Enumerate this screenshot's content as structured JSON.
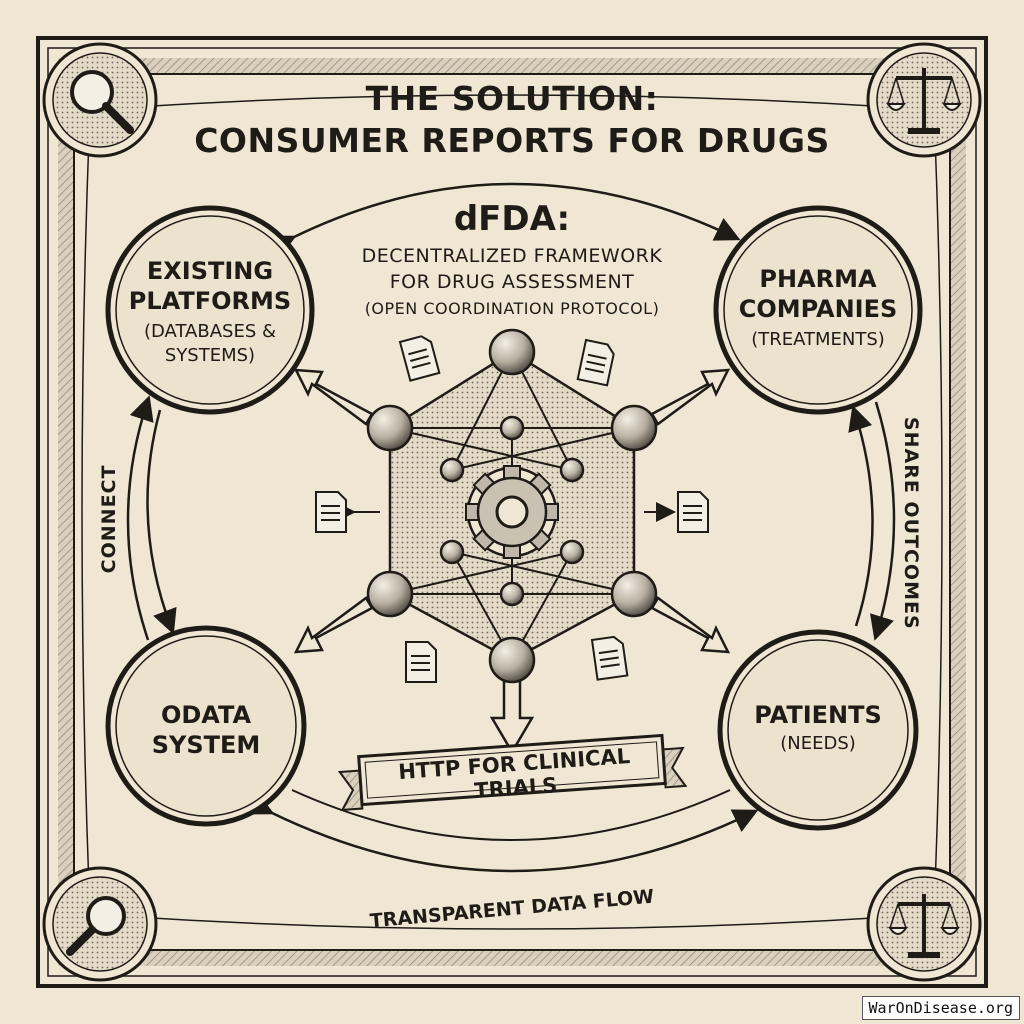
{
  "title": {
    "line1": "THE SOLUTION:",
    "line2": "CONSUMER REPORTS FOR DRUGS"
  },
  "center": {
    "heading": "dFDA:",
    "line1": "DECENTRALIZED FRAMEWORK",
    "line2": "FOR DRUG ASSESSMENT",
    "line3": "(OPEN COORDINATION PROTOCOL)"
  },
  "nodes": {
    "existing": {
      "line1": "EXISTING",
      "line2": "PLATFORMS",
      "sub1": "(DATABASES &",
      "sub2": "SYSTEMS)"
    },
    "pharma": {
      "line1": "PHARMA",
      "line2": "COMPANIES",
      "sub1": "(TREATMENTS)"
    },
    "odata": {
      "line1": "ODATA",
      "line2": "SYSTEM"
    },
    "patients": {
      "line1": "PATIENTS",
      "sub1": "(NEEDS)"
    }
  },
  "labels": {
    "connect": "CONNECT",
    "share": "SHARE OUTCOMES",
    "banner": "HTTP FOR CLINICAL TRIALS",
    "flow": "TRANSPARENT DATA FLOW"
  },
  "watermark": "WarOnDisease.org",
  "icons": [
    "magnifier-icon",
    "scales-icon",
    "gear-icon",
    "document-icon"
  ],
  "colors": {
    "paper": "#efe7d4",
    "ink": "#1f1b16",
    "shade": "#9c9488"
  }
}
